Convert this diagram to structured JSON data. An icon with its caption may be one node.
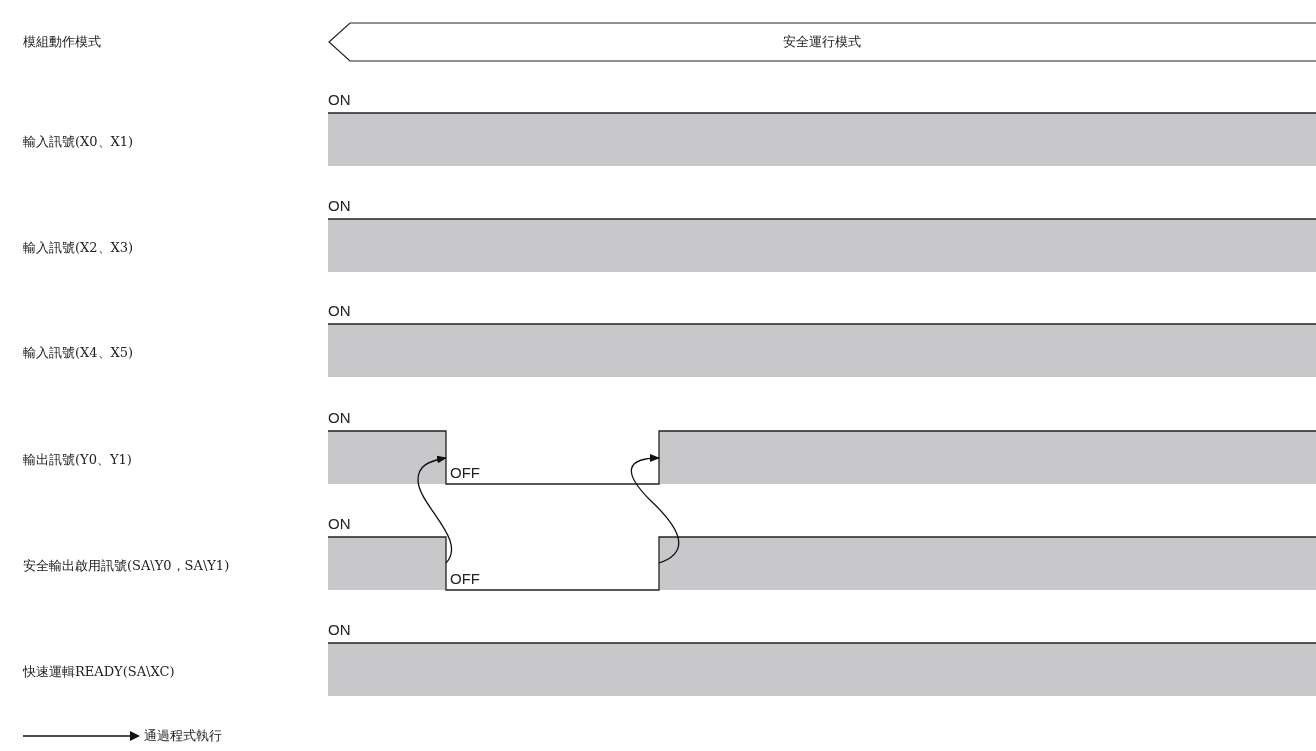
{
  "diagram": {
    "nodes": [
      {
        "text": [
          "安全運行模式"
        ]
      },
      {
        "text": [
          "ON"
        ]
      },
      {
        "text": [
          "ON"
        ]
      },
      {
        "text": [
          "ON"
        ]
      },
      {
        "text": [
          "ON",
          "OFF"
        ]
      },
      {
        "text": [
          "ON",
          "OFF"
        ]
      },
      {
        "text": [
          "ON"
        ]
      }
    ],
    "labels": [
      "模組動作模式",
      "輸入訊號(X0、X1)",
      "輸入訊號(X2、X3)",
      "輸入訊號(X4、X5)",
      "輸出訊號(Y0、Y1)",
      "安全輸出啟用訊號(SA\\Y0，SA\\Y1)",
      "快速運輯READY(SA\\XC)"
    ],
    "edges": [
      {
        "from": 5,
        "to": 4,
        "arrow": "to"
      },
      {
        "from": 5,
        "to": 4,
        "arrow": "to"
      }
    ],
    "legend": [
      {
        "text": "通過程式執行"
      }
    ]
  }
}
